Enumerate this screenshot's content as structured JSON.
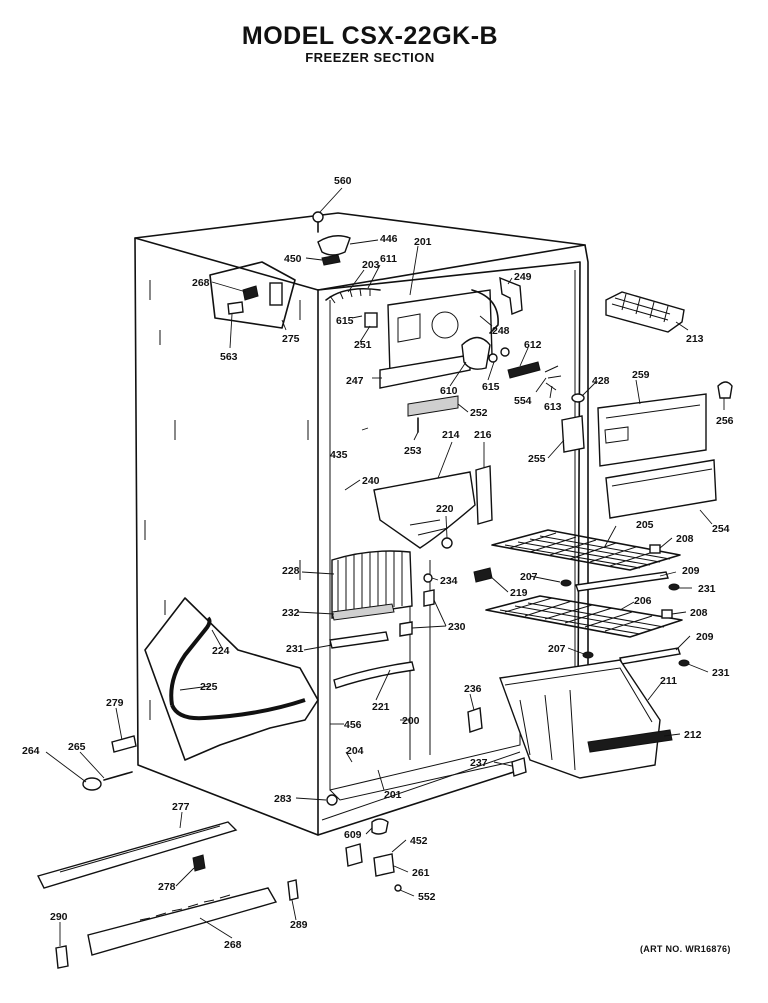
{
  "header": {
    "title": "MODEL CSX-22GK-B",
    "subtitle": "FREEZER SECTION"
  },
  "footer": {
    "art_no": "(ART NO. WR16876)"
  },
  "parts": [
    {
      "id": "p560",
      "label": "560"
    },
    {
      "id": "p446",
      "label": "446"
    },
    {
      "id": "p450",
      "label": "450"
    },
    {
      "id": "p201a",
      "label": "201"
    },
    {
      "id": "p203",
      "label": "203"
    },
    {
      "id": "p611",
      "label": "611"
    },
    {
      "id": "p268a",
      "label": "268"
    },
    {
      "id": "p249",
      "label": "249"
    },
    {
      "id": "p615a",
      "label": "615"
    },
    {
      "id": "p275",
      "label": "275"
    },
    {
      "id": "p251",
      "label": "251"
    },
    {
      "id": "p248",
      "label": "248"
    },
    {
      "id": "p563",
      "label": "563"
    },
    {
      "id": "p612",
      "label": "612"
    },
    {
      "id": "p213",
      "label": "213"
    },
    {
      "id": "p247",
      "label": "247"
    },
    {
      "id": "p610",
      "label": "610"
    },
    {
      "id": "p615b",
      "label": "615"
    },
    {
      "id": "p428",
      "label": "428"
    },
    {
      "id": "p259",
      "label": "259"
    },
    {
      "id": "p554",
      "label": "554"
    },
    {
      "id": "p613",
      "label": "613"
    },
    {
      "id": "p256",
      "label": "256"
    },
    {
      "id": "p252",
      "label": "252"
    },
    {
      "id": "p435",
      "label": "435"
    },
    {
      "id": "p253",
      "label": "253"
    },
    {
      "id": "p214",
      "label": "214"
    },
    {
      "id": "p216",
      "label": "216"
    },
    {
      "id": "p255",
      "label": "255"
    },
    {
      "id": "p240",
      "label": "240"
    },
    {
      "id": "p220",
      "label": "220"
    },
    {
      "id": "p254",
      "label": "254"
    },
    {
      "id": "p205",
      "label": "205"
    },
    {
      "id": "p208a",
      "label": "208"
    },
    {
      "id": "p228",
      "label": "228"
    },
    {
      "id": "p234",
      "label": "234"
    },
    {
      "id": "p207a",
      "label": "207"
    },
    {
      "id": "p209a",
      "label": "209"
    },
    {
      "id": "p219",
      "label": "219"
    },
    {
      "id": "p231a",
      "label": "231"
    },
    {
      "id": "p206",
      "label": "206"
    },
    {
      "id": "p232",
      "label": "232"
    },
    {
      "id": "p230",
      "label": "230"
    },
    {
      "id": "p208b",
      "label": "208"
    },
    {
      "id": "p224",
      "label": "224"
    },
    {
      "id": "p231b",
      "label": "231"
    },
    {
      "id": "p209b",
      "label": "209"
    },
    {
      "id": "p207b",
      "label": "207"
    },
    {
      "id": "p231c",
      "label": "231"
    },
    {
      "id": "p225",
      "label": "225"
    },
    {
      "id": "p221",
      "label": "221"
    },
    {
      "id": "p211",
      "label": "211"
    },
    {
      "id": "p279",
      "label": "279"
    },
    {
      "id": "p236",
      "label": "236"
    },
    {
      "id": "p456",
      "label": "456"
    },
    {
      "id": "p200",
      "label": "200"
    },
    {
      "id": "p212",
      "label": "212"
    },
    {
      "id": "p264",
      "label": "264"
    },
    {
      "id": "p265",
      "label": "265"
    },
    {
      "id": "p204",
      "label": "204"
    },
    {
      "id": "p237",
      "label": "237"
    },
    {
      "id": "p201b",
      "label": "201"
    },
    {
      "id": "p283",
      "label": "283"
    },
    {
      "id": "p277",
      "label": "277"
    },
    {
      "id": "p609",
      "label": "609"
    },
    {
      "id": "p452",
      "label": "452"
    },
    {
      "id": "p261",
      "label": "261"
    },
    {
      "id": "p278",
      "label": "278"
    },
    {
      "id": "p552",
      "label": "552"
    },
    {
      "id": "p290",
      "label": "290"
    },
    {
      "id": "p289",
      "label": "289"
    },
    {
      "id": "p268b",
      "label": "268"
    }
  ]
}
